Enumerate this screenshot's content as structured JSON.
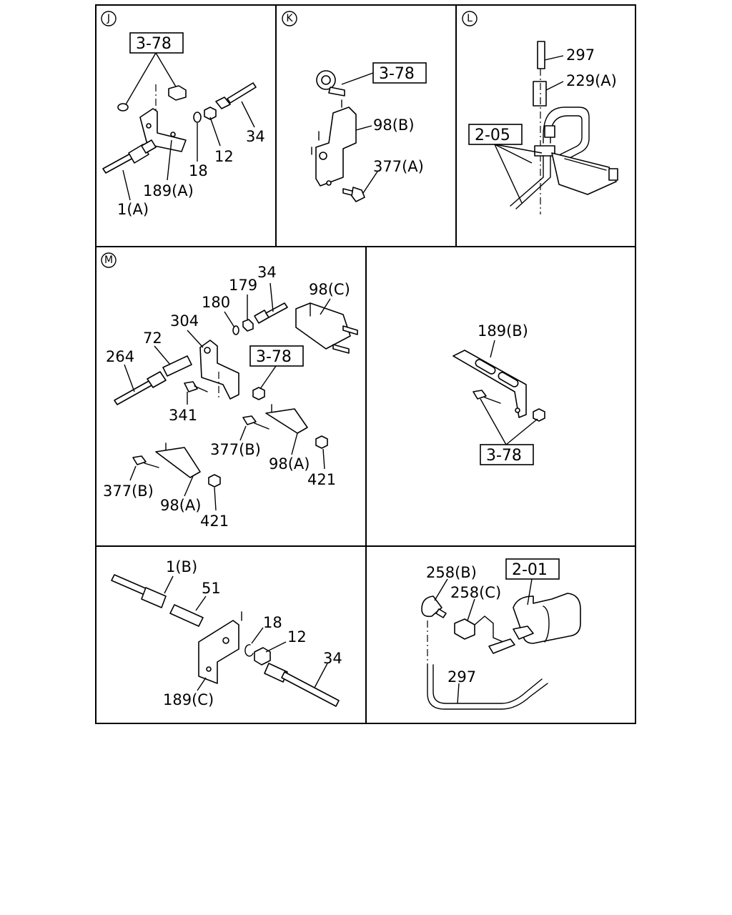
{
  "panels": {
    "J": {
      "id": "J",
      "ref": "3-78",
      "labels": {
        "p34": "34",
        "p12": "12",
        "p18": "18",
        "p189a": "189(A)",
        "p1a": "1(A)"
      }
    },
    "K": {
      "id": "K",
      "ref": "3-78",
      "labels": {
        "p98b": "98(B)",
        "p377a": "377(A)"
      }
    },
    "L": {
      "id": "L",
      "ref": "2-05",
      "labels": {
        "p297": "297",
        "p229a": "229(A)"
      }
    },
    "M": {
      "id": "M",
      "ref": "3-78",
      "labels": {
        "p34": "34",
        "p179": "179",
        "p180": "180",
        "p98c": "98(C)",
        "p304": "304",
        "p72": "72",
        "p264": "264",
        "p341": "341",
        "p377b_1": "377(B)",
        "p98a_1": "98(A)",
        "p421_1": "421",
        "p377b_2": "377(B)",
        "p98a_2": "98(A)",
        "p421_2": "421"
      }
    },
    "N": {
      "ref": "3-78",
      "labels": {
        "p189b": "189(B)"
      }
    },
    "O": {
      "labels": {
        "p1b": "1(B)",
        "p51": "51",
        "p18": "18",
        "p12": "12",
        "p34": "34",
        "p189c": "189(C)"
      }
    },
    "P": {
      "ref": "2-01",
      "labels": {
        "p258b": "258(B)",
        "p258c": "258(C)",
        "p297": "297"
      }
    }
  }
}
